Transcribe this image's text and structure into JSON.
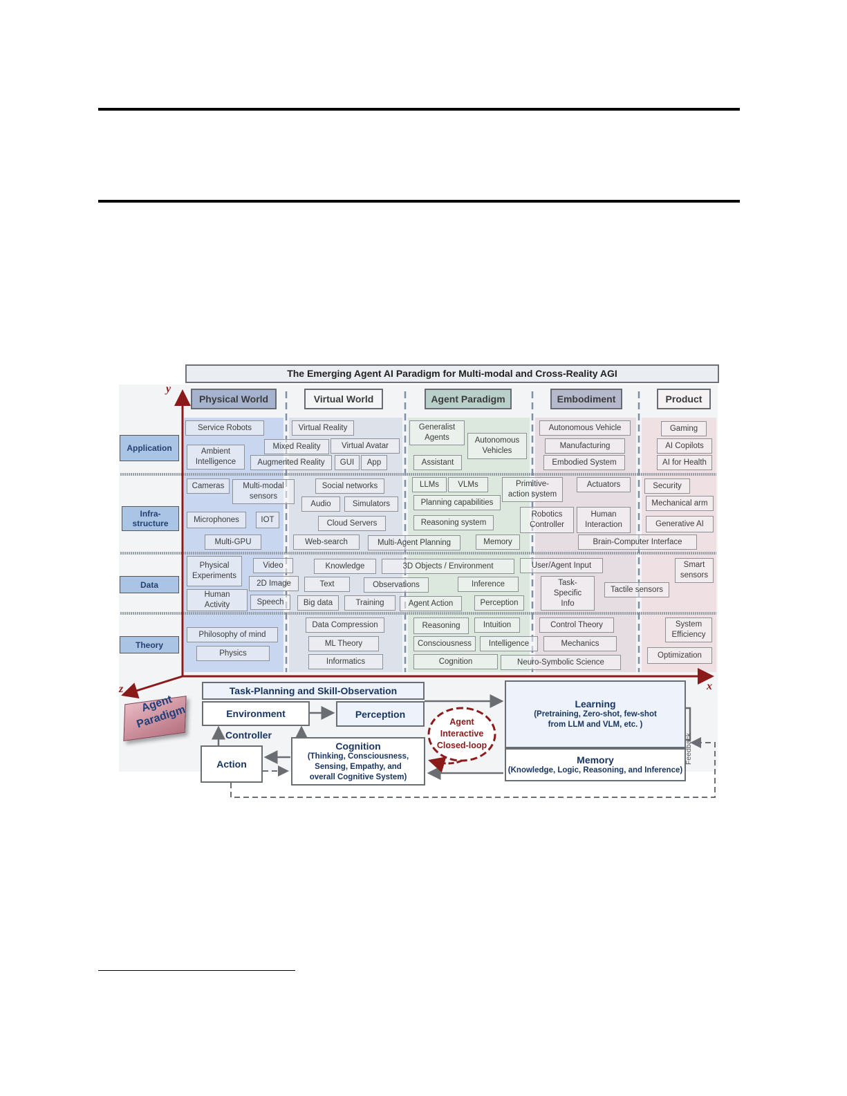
{
  "diagram": {
    "title": "The Emerging Agent AI Paradigm for Multi-modal and Cross-Reality AGI",
    "columns": [
      "Physical World",
      "Virtual World",
      "Agent Paradigm",
      "Embodiment",
      "Product"
    ],
    "rows": [
      "Application",
      "Infra-\nstructure",
      "Data",
      "Theory"
    ],
    "axes": {
      "x": "x",
      "y": "y",
      "z": "z"
    },
    "corner_badge": "Agent\nParadigm",
    "application": [
      "Service Robots",
      "Ambient\nIntelligence",
      "Mixed Reality",
      "Augmented Reality",
      "Virtual Reality",
      "Virtual Avatar",
      "GUI",
      "App",
      "Generalist\nAgents",
      "Autonomous\nVehicles",
      "Assistant",
      "Autonomous Vehicle",
      "Manufacturing",
      "Embodied System",
      "Gaming",
      "AI Copilots",
      "AI for Health"
    ],
    "infrastructure": [
      "Cameras",
      "Multi-modal\nsensors",
      "Microphones",
      "IOT",
      "Multi-GPU",
      "Social networks",
      "Audio",
      "Simulators",
      "Cloud Servers",
      "Web-search",
      "Multi-Agent Planning",
      "LLMs",
      "VLMs",
      "Primitive-\naction system",
      "Planning capabilities",
      "Reasoning system",
      "Memory",
      "Robotics\nController",
      "Human\nInteraction",
      "Actuators",
      "Brain-Computer Interface",
      "Security",
      "Mechanical arm",
      "Generative AI"
    ],
    "data": [
      "Physical\nExperiments",
      "Human\nActivity",
      "Video",
      "2D Image",
      "Speech",
      "Knowledge",
      "Text",
      "Observations",
      "Big data",
      "Training",
      "3D Objects / Environment",
      "Inference",
      "Agent Action",
      "Perception",
      "User/Agent  Input",
      "Task-\nSpecific\nInfo",
      "Tactile sensors",
      "Smart\nsensors"
    ],
    "theory": [
      "Philosophy of mind",
      "Physics",
      "Data Compression",
      "ML Theory",
      "Informatics",
      "Reasoning",
      "Intuition",
      "Consciousness",
      "Intelligence",
      "Cognition",
      "Control Theory",
      "Mechanics",
      "Neuro-Symbolic Science",
      "System\nEfficiency",
      "Optimization"
    ],
    "flow": {
      "task_planning": "Task-Planning and Skill-Observation",
      "environment": "Environment",
      "perception": "Perception",
      "controller": "Controller",
      "action": "Action",
      "cognition": "Cognition",
      "cognition_sub": "(Thinking, Consciousness,\nSensing, Empathy, and\noverall Cognitive System)",
      "loop": "Agent\nInteractive\nClosed-loop",
      "learning": "Learning",
      "learning_sub": "(Pretraining, Zero-shot, few-shot\nfrom LLM and VLM, etc. )",
      "memory": "Memory",
      "memory_sub": "(Knowledge, Logic, Reasoning, and Inference)",
      "feedback": "Feedback"
    }
  }
}
